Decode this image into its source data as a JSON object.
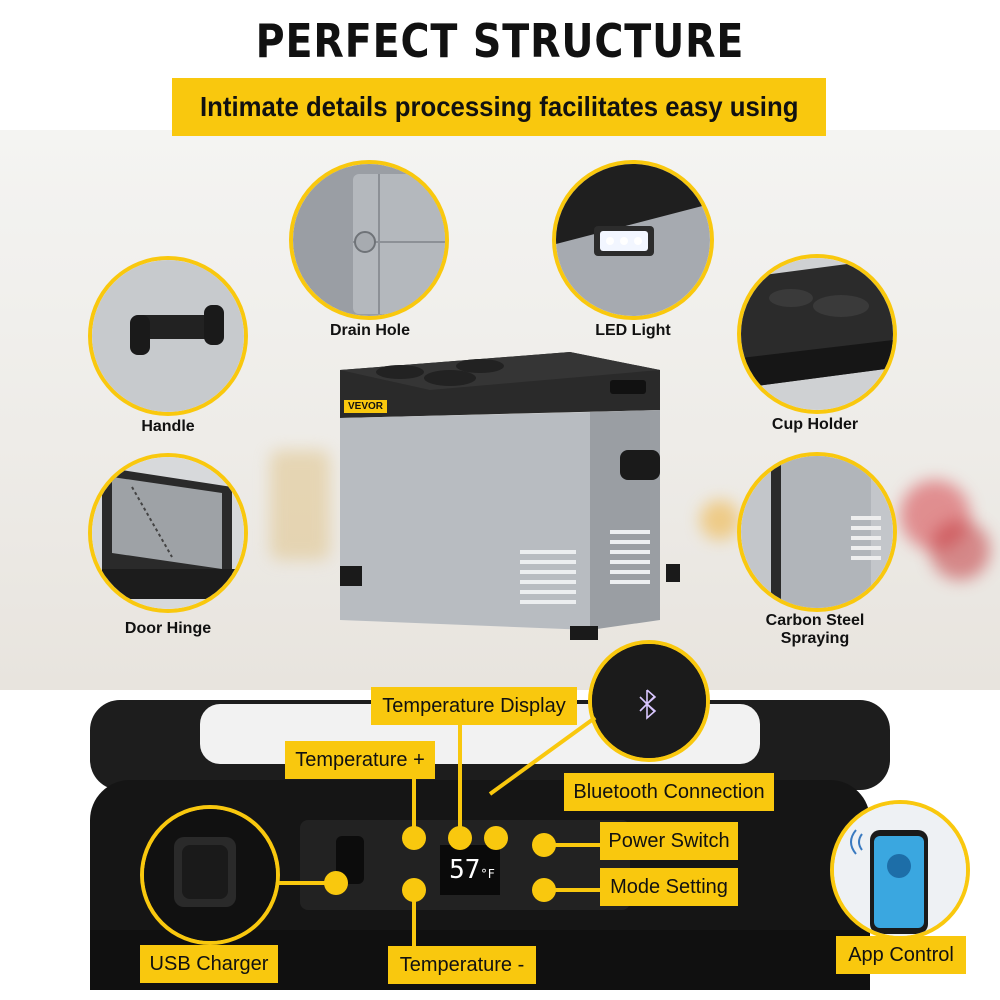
{
  "header": {
    "title": "PERFECT STRUCTURE",
    "subtitle": "Intimate details processing facilitates easy using"
  },
  "features": {
    "drain_hole": "Drain Hole",
    "led_light": "LED Light",
    "handle": "Handle",
    "cup_holder": "Cup Holder",
    "door_hinge": "Door Hinge",
    "carbon_steel_line1": "Carbon Steel",
    "carbon_steel_line2": "Spraying"
  },
  "product": {
    "brand": "VEVOR"
  },
  "panel": {
    "temperature_display": "Temperature Display",
    "temperature_plus": "Temperature +",
    "bluetooth_connection": "Bluetooth Connection",
    "power_switch": "Power Switch",
    "mode_setting": "Mode Setting",
    "usb_charger": "USB Charger",
    "temperature_minus": "Temperature -",
    "app_control": "App Control",
    "display_readout": "57",
    "display_unit": "°F"
  },
  "colors": {
    "accent": "#f9c80e",
    "text": "#111111",
    "panel_dark": "#1c1c1c"
  }
}
